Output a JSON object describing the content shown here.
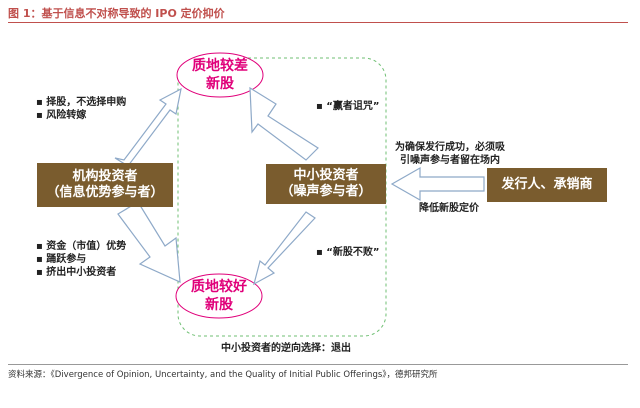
{
  "figure_title": "图 1：基于信息不对称导致的 IPO 定价抑价",
  "nodes": {
    "inferior": "质地较差\n新股",
    "superior": "质地较好\n新股",
    "institutional": "机构投资者\n（信息优势参与者）",
    "small": "中小投资者\n（噪声参与者）",
    "issuer": "发行人、承销商"
  },
  "notes": {
    "top_left": [
      "择股，不选择申购",
      "风险转嫁"
    ],
    "bottom_left": [
      "资金（市值）优势",
      "踊跃参与",
      "挤出中小投资者"
    ],
    "winners_curse": "“赢者诅咒”",
    "never_fail": "“新股不败”",
    "issuer_above": "为确保发行成功，必须吸\n引噪声参与者留在场内",
    "issuer_below": "降低新股定价",
    "adverse_selection": "中小投资者的逆向选择：退出"
  },
  "colors": {
    "box": "#7a5c2e",
    "pink_text": "#e0007a",
    "arrow_fill": "#ffffff",
    "arrow_stroke": "#8ea9c8",
    "dashed": "#6fbf73",
    "title": "#c0504d"
  },
  "source": "资料来源：《Divergence of Opinion, Uncertainty, and the Quality of Initial Public Offerings》，德邦研究所"
}
